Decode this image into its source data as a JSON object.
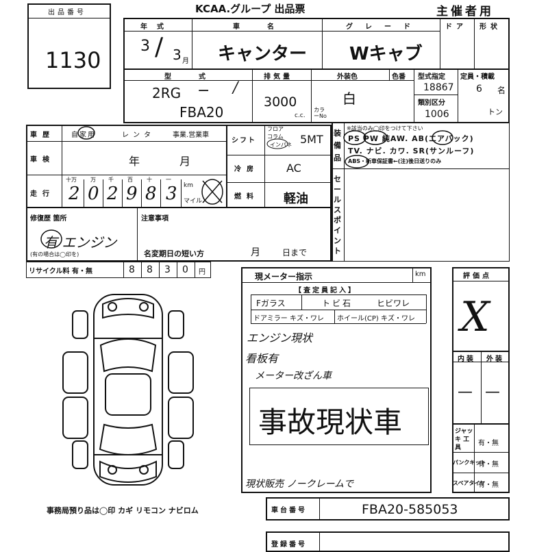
{
  "sheet": {
    "lot_label": "出品番号",
    "lot_number": "1130",
    "header_title": "KCAA.グループ 出品票",
    "organizer": "主催者用"
  },
  "vehicle": {
    "year_label": "年式",
    "year_value": "3",
    "month_value": "3",
    "month_unit": "月",
    "model_name_label": "車名",
    "model_name": "キャンター",
    "grade_label": "グレード",
    "grade": "Wキャブ",
    "doors_label": "ドア",
    "body_label": "形状",
    "model_code_label": "型式",
    "engine_model": "2RG",
    "model_code": "FBA20",
    "displacement_label": "排気量",
    "displacement": "3000",
    "cc_unit": "c.c.",
    "exterior_color_label": "外装色",
    "exterior_color": "白",
    "color_no_label": "色番",
    "color_code_label": "カラーNo",
    "type_designation_label": "型式指定",
    "type_designation": "18867",
    "class_label": "類別区分",
    "class_no": "1006",
    "capacity_label": "定員・積載",
    "capacity": "6",
    "capacity_unit": "名",
    "load_unit": "トン"
  },
  "history": {
    "history_label": "車歴",
    "usage": "自家用",
    "rental": "レンタ",
    "business": "事業.営業車",
    "inspection_label": "車検",
    "inspection_year": "年",
    "inspection_month": "月",
    "mileage_label": "走行",
    "mileage_units": [
      "十万",
      "万",
      "千",
      "百",
      "十",
      "一"
    ],
    "mileage_digits": [
      "2",
      "0",
      "2",
      "9",
      "8",
      "3"
    ],
    "mileage_unit_km": "km",
    "mileage_unit_mile": "マイル",
    "repair_label": "修復歴 箇所",
    "repair_value": "有 エンジン",
    "repair_note": "(有の場合は◯印を)",
    "notes_label": "注意事項",
    "short_label": "名変期日の短い方",
    "short_month": "月",
    "short_day": "日まで",
    "recycle_label": "リサイクル料 有・無",
    "recycle_digits": [
      "8",
      "8",
      "3",
      "0",
      "円"
    ]
  },
  "specs": {
    "shift_label": "シフト",
    "shift_opts": [
      "フロア",
      "コラム",
      "インパネ"
    ],
    "shift_value": "5MT",
    "ac_label": "冷房",
    "ac_value": "AC",
    "fuel_label": "燃料",
    "fuel_value": "軽油",
    "equip_label": "装備品",
    "equip_note": "※該当のみ◯印をつけて下さい",
    "equip_line1": "PS PW 純AW. AB(エアバック)",
    "equip_line2": "TV. ナビ. カワ. SR(サンルーフ)",
    "equip_line3": "ABS・新車保証書←(注)後日送りのみ",
    "sales_label": "セールスポイント"
  },
  "inspection": {
    "meter_label": "現メーター指示",
    "meter_unit": "km",
    "appraiser_label": "【査定員記入】",
    "glass": "Fガラス",
    "stone": "トビ石",
    "crack": "ヒビワレ",
    "mirror": "ドアミラー キズ・ワレ",
    "wheel": "ホイール(CP) キズ・ワレ",
    "note1": "エンジン現状",
    "note2": "看板有",
    "note3": "メーター改ざん車",
    "stamp": "事故現状車",
    "note4": "現状販売 ノークレームで"
  },
  "grades": {
    "score_label": "評価点",
    "score": "X",
    "interior_label": "内装",
    "exterior_label": "外装",
    "interior": "—",
    "exterior": "—",
    "jack_label": "ジャッキ 工具",
    "puncture_label": "パンクキット",
    "spare_label": "スペアタイヤ",
    "yes_no": "有・無"
  },
  "footer": {
    "office_note": "事務局預り品は◯印 カギ リモコン ナビロム",
    "chassis_label": "車台番号",
    "chassis": "FBA20-585053",
    "reg_label": "登録番号"
  }
}
